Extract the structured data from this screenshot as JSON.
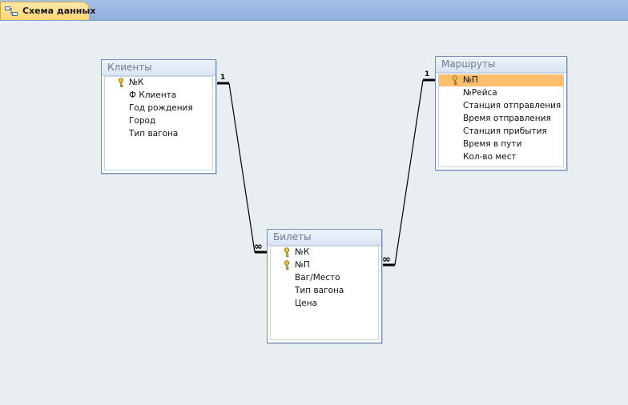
{
  "tab": {
    "label": "Схема данных"
  },
  "tables": {
    "clients": {
      "title": "Клиенты",
      "fields": [
        "№К",
        "Ф Клиента",
        "Год рождения",
        "Город",
        "Тип вагона"
      ]
    },
    "routes": {
      "title": "Маршруты",
      "fields": [
        "№П",
        "№Рейса",
        "Станция отправления",
        "Время отправления",
        "Станция прибытия",
        "Время в пути",
        "Кол-во мест"
      ]
    },
    "tickets": {
      "title": "Билеты",
      "fields": [
        "№К",
        "№П",
        "Ваг/Место",
        "Тип вагона",
        "Цена"
      ]
    }
  },
  "relations": {
    "clients_tickets": {
      "one": "1",
      "many": "∞"
    },
    "routes_tickets": {
      "one": "1",
      "many": "∞"
    }
  },
  "colors": {
    "selected_row": "#ffbe6c",
    "canvas": "#e9eef3",
    "tab": "#ffd575"
  }
}
